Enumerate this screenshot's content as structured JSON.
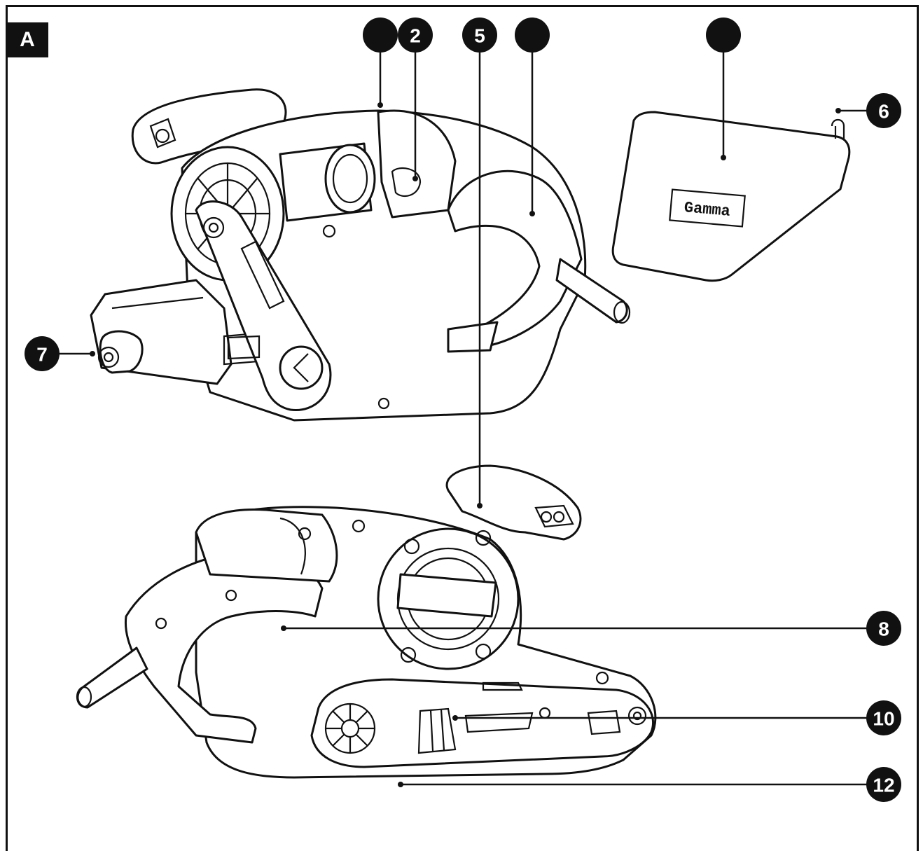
{
  "figure": {
    "label": "A"
  },
  "logo": {
    "text": "Gamma"
  },
  "callouts": [
    {
      "id": "c-blank-1",
      "text": ""
    },
    {
      "id": "c-2",
      "text": "2"
    },
    {
      "id": "c-5",
      "text": "5"
    },
    {
      "id": "c-blank-4",
      "text": ""
    },
    {
      "id": "c-blank-right",
      "text": ""
    },
    {
      "id": "c-6",
      "text": "6"
    },
    {
      "id": "c-7",
      "text": "7"
    },
    {
      "id": "c-8",
      "text": "8"
    },
    {
      "id": "c-10",
      "text": "10"
    },
    {
      "id": "c-12",
      "text": "12"
    }
  ]
}
